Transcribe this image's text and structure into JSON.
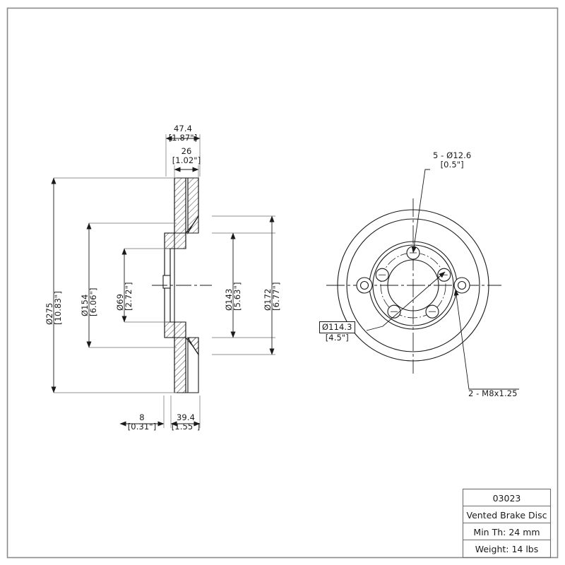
{
  "drawing": {
    "type": "engineering-drawing",
    "subject": "Vented Brake Disc (Brake Rotor)",
    "views": {
      "section": "cross-section side view",
      "face": "front face view"
    }
  },
  "section_dimensions": {
    "outer_diameter": {
      "metric": "Ø275",
      "imperial": "[10.83\"]"
    },
    "hat_outer_diameter": {
      "metric": "Ø154",
      "imperial": "[6.06\"]"
    },
    "center_bore": {
      "metric": "Ø69",
      "imperial": "[2.72\"]"
    },
    "inner_pad_diameter": {
      "metric": "Ø143",
      "imperial": "[5.63\"]"
    },
    "mount_face_diameter": {
      "metric": "Ø172",
      "imperial": "[6.77\"]"
    },
    "overall_height": {
      "metric": "47.4",
      "imperial": "[1.87\"]"
    },
    "disc_thickness": {
      "metric": "26",
      "imperial": "[1.02\"]"
    },
    "hat_thickness": {
      "metric": "8",
      "imperial": "[0.31\"]"
    },
    "offset": {
      "metric": "39.4",
      "imperial": "[1.55\"]"
    }
  },
  "face_callouts": {
    "lug_holes": {
      "line1": "5 - Ø12.6",
      "line2": "[0.5\"]"
    },
    "bolt_circle": {
      "line1": "Ø114.3",
      "line2": "[4.5\"]"
    },
    "threaded_holes": {
      "label": "2 - M8x1.25"
    }
  },
  "title_block": {
    "part_number": "03023",
    "description": "Vented Brake Disc",
    "min_thickness": "Min Th: 24 mm",
    "weight": "Weight: 14 lbs"
  },
  "colors": {
    "line": "#1a1a1a",
    "border": "#8a8a8a",
    "background": "#ffffff"
  }
}
